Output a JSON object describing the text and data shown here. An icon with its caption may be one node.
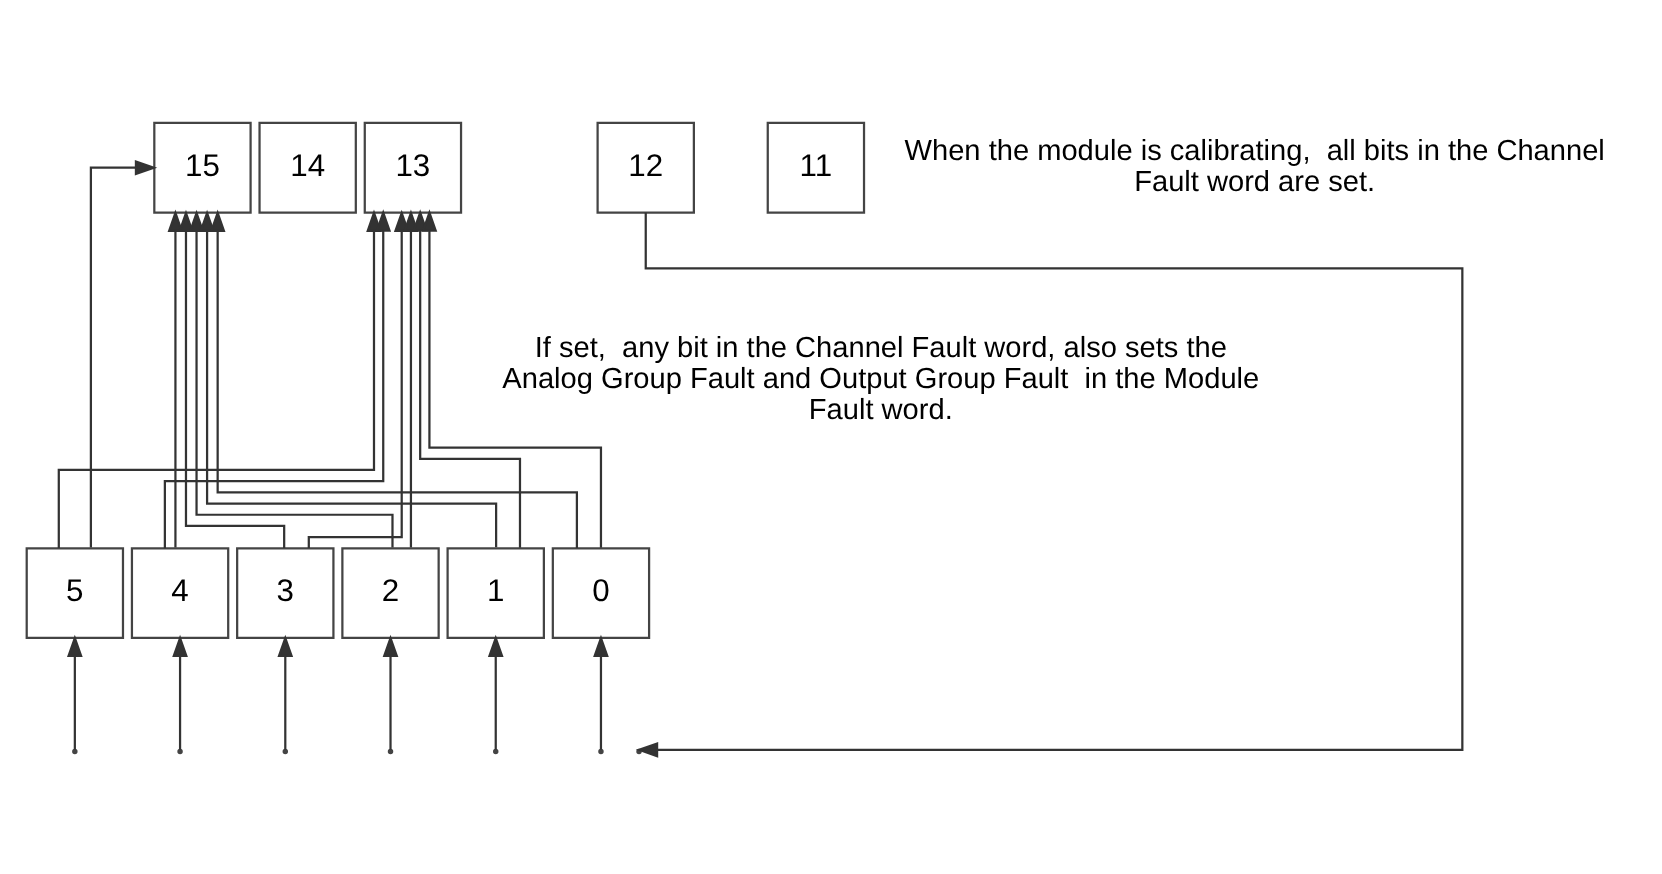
{
  "diagram": {
    "nodes": [
      {
        "text": [
          "15"
        ]
      },
      {
        "text": [
          "14"
        ]
      },
      {
        "text": [
          "13"
        ]
      },
      {
        "text": [
          "12"
        ]
      },
      {
        "text": [
          "11"
        ]
      },
      {
        "text": [
          "5"
        ]
      },
      {
        "text": [
          "4"
        ]
      },
      {
        "text": [
          "3"
        ]
      },
      {
        "text": [
          "2"
        ]
      },
      {
        "text": [
          "1"
        ]
      },
      {
        "text": [
          "0"
        ]
      }
    ],
    "edges": [
      {
        "from": 3,
        "to": null,
        "arrow": "to"
      },
      {
        "from": null,
        "to": 5,
        "arrow": "to"
      },
      {
        "from": null,
        "to": 6,
        "arrow": "to"
      },
      {
        "from": null,
        "to": 7,
        "arrow": "to"
      },
      {
        "from": null,
        "to": 8,
        "arrow": "to"
      },
      {
        "from": null,
        "to": 9,
        "arrow": "to"
      },
      {
        "from": null,
        "to": 10,
        "arrow": "to"
      },
      {
        "from": 5,
        "to": 0,
        "arrow": "to"
      },
      {
        "from": 6,
        "to": 0,
        "arrow": "to"
      },
      {
        "from": 7,
        "to": 0,
        "arrow": "to"
      },
      {
        "from": 8,
        "to": 0,
        "arrow": "to"
      },
      {
        "from": 9,
        "to": 0,
        "arrow": "to"
      },
      {
        "from": 10,
        "to": 0,
        "arrow": "to"
      },
      {
        "from": 5,
        "to": 2,
        "arrow": "to"
      },
      {
        "from": 6,
        "to": 2,
        "arrow": "to"
      },
      {
        "from": 7,
        "to": 2,
        "arrow": "to"
      },
      {
        "from": 8,
        "to": 2,
        "arrow": "to"
      },
      {
        "from": 9,
        "to": 2,
        "arrow": "to"
      },
      {
        "from": 10,
        "to": 2,
        "arrow": "to"
      }
    ],
    "labels": [
      "When the module is calibrating,  all bits in the Channel Fault word are set.",
      "If set,  any bit in the Channel Fault word, also sets the Analog Group Fault and Output Group Fault  in the Module Fault word."
    ]
  }
}
